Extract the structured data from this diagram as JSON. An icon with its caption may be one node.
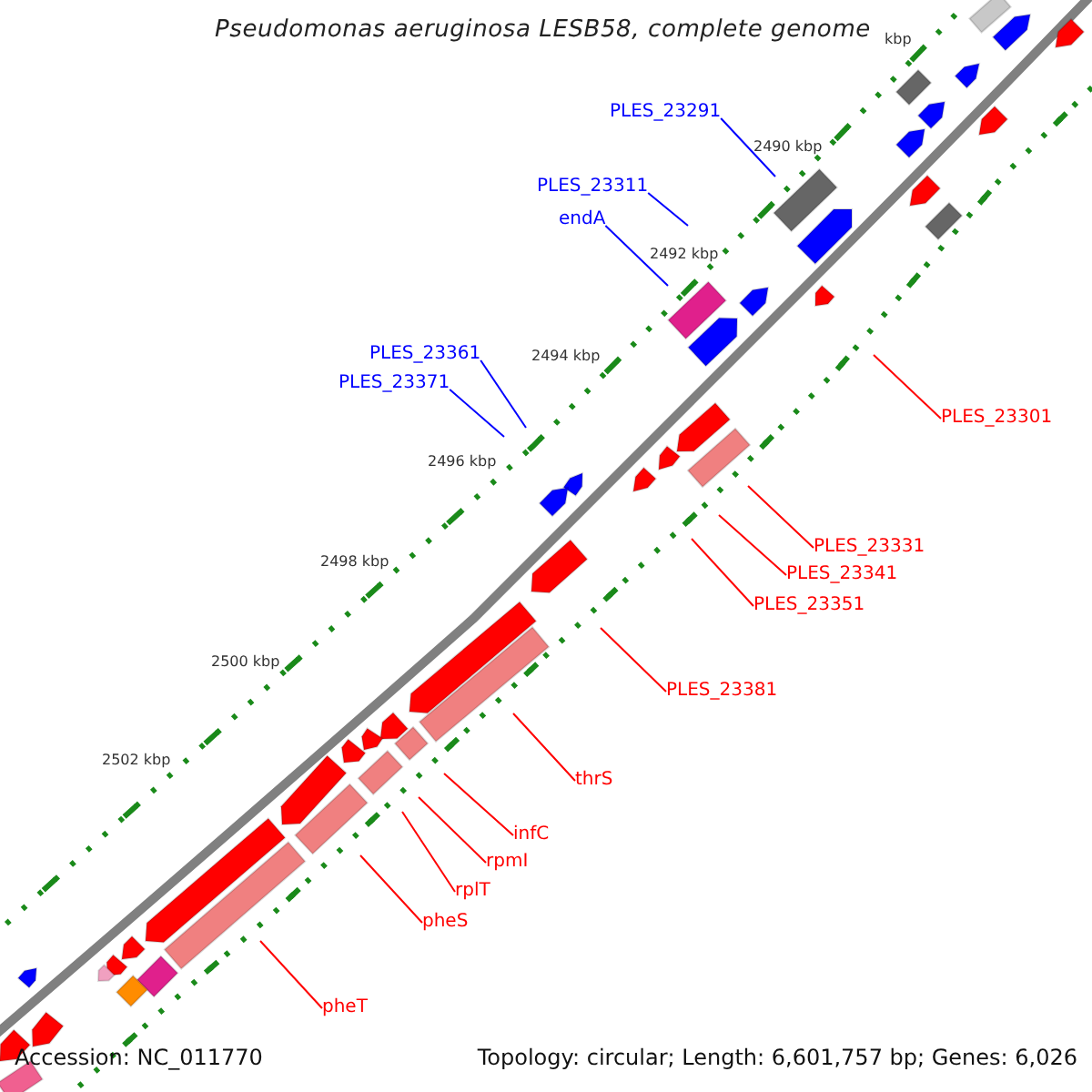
{
  "diagram": {
    "title": "Pseudomonas aeruginosa LESB58, complete genome",
    "nodes": [
      {
        "text": [
          "PLES_23291"
        ]
      },
      {
        "text": [
          "PLES_23311"
        ]
      },
      {
        "text": [
          "endA"
        ]
      },
      {
        "text": [
          "PLES_23301"
        ]
      },
      {
        "text": [
          "PLES_23361"
        ]
      },
      {
        "text": [
          "PLES_23371"
        ]
      },
      {
        "text": [
          "PLES_23331"
        ]
      },
      {
        "text": [
          "PLES_23341"
        ]
      },
      {
        "text": [
          "PLES_23351"
        ]
      },
      {
        "text": [
          "PLES_23381"
        ]
      },
      {
        "text": [
          "thrS"
        ]
      },
      {
        "text": [
          "infC"
        ]
      },
      {
        "text": [
          "rpmI"
        ]
      },
      {
        "text": [
          "rplT"
        ]
      },
      {
        "text": [
          "pheS"
        ]
      },
      {
        "text": [
          "pheT"
        ]
      }
    ],
    "edges": [
      {
        "from": 0,
        "to": null,
        "arrow": "none",
        "color": "#0000ff"
      },
      {
        "from": 1,
        "to": null,
        "arrow": "none",
        "color": "#0000ff"
      },
      {
        "from": 2,
        "to": null,
        "arrow": "none",
        "color": "#0000ff"
      },
      {
        "from": 3,
        "to": null,
        "arrow": "none"
      },
      {
        "from": 4,
        "to": null,
        "arrow": "none",
        "color": "#0000ff"
      },
      {
        "from": 5,
        "to": null,
        "arrow": "none",
        "color": "#0000ff"
      },
      {
        "from": 6,
        "to": null,
        "arrow": "none"
      },
      {
        "from": 7,
        "to": null,
        "arrow": "none"
      },
      {
        "from": 8,
        "to": null,
        "arrow": "none"
      },
      {
        "from": 9,
        "to": null,
        "arrow": "none"
      },
      {
        "from": 10,
        "to": null,
        "arrow": "none"
      },
      {
        "from": 11,
        "to": null,
        "arrow": "none"
      },
      {
        "from": 12,
        "to": null,
        "arrow": "none"
      },
      {
        "from": 13,
        "to": null,
        "arrow": "none"
      },
      {
        "from": 14,
        "to": null,
        "arrow": "none"
      },
      {
        "from": 15,
        "to": null,
        "arrow": "none"
      }
    ],
    "labels": [
      "kbp",
      "2490 kbp",
      "2492 kbp",
      "2494 kbp",
      "2496 kbp",
      "2498 kbp",
      "2500 kbp",
      "2502 kbp",
      "Accession: NC_011770",
      "Topology: circular; Length: 6,601,757 bp; Genes: 6,026"
    ]
  }
}
